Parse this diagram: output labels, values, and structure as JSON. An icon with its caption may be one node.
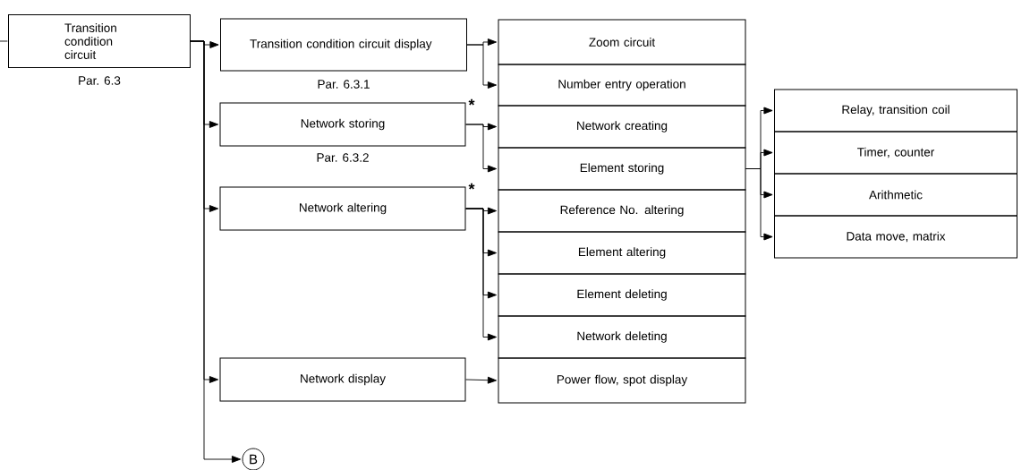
{
  "diagram": {
    "nodes": [
      {
        "text": [
          "Transition condition circuit"
        ],
        "beside": [
          "Par. 6.3"
        ]
      },
      {
        "text": [
          "Transition condition circuit display"
        ],
        "beside": [
          "Par. 6.3.1"
        ]
      },
      {
        "text": [
          "Network storing"
        ],
        "beside": [
          "Par. 6.3.2"
        ]
      },
      {
        "text": [
          "Network altering"
        ]
      },
      {
        "text": [
          "Network display"
        ]
      },
      {
        "text": [
          "B"
        ]
      },
      {
        "text": [
          "Zoom circuit"
        ]
      },
      {
        "text": [
          "Number entry operation"
        ]
      },
      {
        "text": [
          "Network creating"
        ]
      },
      {
        "text": [
          "Element storing"
        ]
      },
      {
        "text": [
          "Reference No. altering"
        ]
      },
      {
        "text": [
          "Element altering"
        ]
      },
      {
        "text": [
          "Element deleting"
        ]
      },
      {
        "text": [
          "Network deleting"
        ]
      },
      {
        "text": [
          "Power flow, spot display"
        ]
      },
      {
        "text": [
          "Relay, transition coil"
        ]
      },
      {
        "text": [
          "Timer, counter"
        ]
      },
      {
        "text": [
          "Arithmetic"
        ]
      },
      {
        "text": [
          "Data move, matrix"
        ]
      }
    ],
    "edges": [
      {
        "from": null,
        "to": 0,
        "arrow": "none"
      },
      {
        "from": 0,
        "to": 1,
        "arrow": "to"
      },
      {
        "from": 0,
        "to": 2,
        "arrow": "to"
      },
      {
        "from": 0,
        "to": 3,
        "arrow": "to"
      },
      {
        "from": 0,
        "to": 4,
        "arrow": "to"
      },
      {
        "from": 0,
        "to": 5,
        "arrow": "to"
      },
      {
        "from": 1,
        "to": 6,
        "arrow": "to"
      },
      {
        "from": 1,
        "to": 7,
        "arrow": "to"
      },
      {
        "from": 2,
        "to": 8,
        "arrow": "to"
      },
      {
        "from": 2,
        "to": 9,
        "arrow": "to"
      },
      {
        "from": 3,
        "to": 10,
        "arrow": "to"
      },
      {
        "from": 3,
        "to": 11,
        "arrow": "to"
      },
      {
        "from": 3,
        "to": 12,
        "arrow": "to"
      },
      {
        "from": 3,
        "to": 13,
        "arrow": "to"
      },
      {
        "from": 4,
        "to": 14,
        "arrow": "to"
      },
      {
        "from": 9,
        "to": 15,
        "arrow": "to"
      },
      {
        "from": 9,
        "to": 16,
        "arrow": "to"
      },
      {
        "from": 9,
        "to": 17,
        "arrow": "to"
      },
      {
        "from": 9,
        "to": 18,
        "arrow": "to"
      }
    ],
    "labels": [
      "*",
      "*"
    ]
  }
}
